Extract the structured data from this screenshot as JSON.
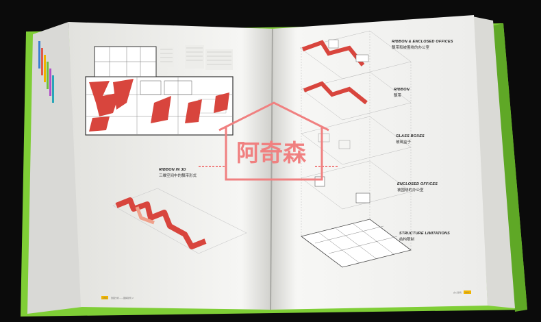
{
  "colors": {
    "background": "#0b0b0b",
    "cover_green": "#7fce36",
    "page": "#f4f4f2",
    "accent_red": "#d8453d",
    "watermark": "#f08080"
  },
  "left_page": {
    "ribbon_title": "RIBBON IN 3D",
    "ribbon_subtitle": "三维空间中的飘带形式",
    "footer_number": "156",
    "footer_text": "剖面分析——图解建筑 2"
  },
  "right_page": {
    "sections": [
      {
        "title": "RIBBON & ENCLOSED OFFICES",
        "subtitle": "飘带和被围绕的办公室"
      },
      {
        "title": "RIBBON",
        "subtitle": "飘带"
      },
      {
        "title": "GLASS BOXES",
        "subtitle": "玻璃盒子"
      },
      {
        "title": "ENCLOSED OFFICES",
        "subtitle": "被围绕的办公室"
      },
      {
        "title": "STRUCTURE LIMITATIONS",
        "subtitle": "结构限制"
      }
    ],
    "footer_text": "办公建筑",
    "footer_number": "155"
  },
  "watermark": {
    "text": "阿奇森",
    "icon": "house-outline-icon"
  }
}
